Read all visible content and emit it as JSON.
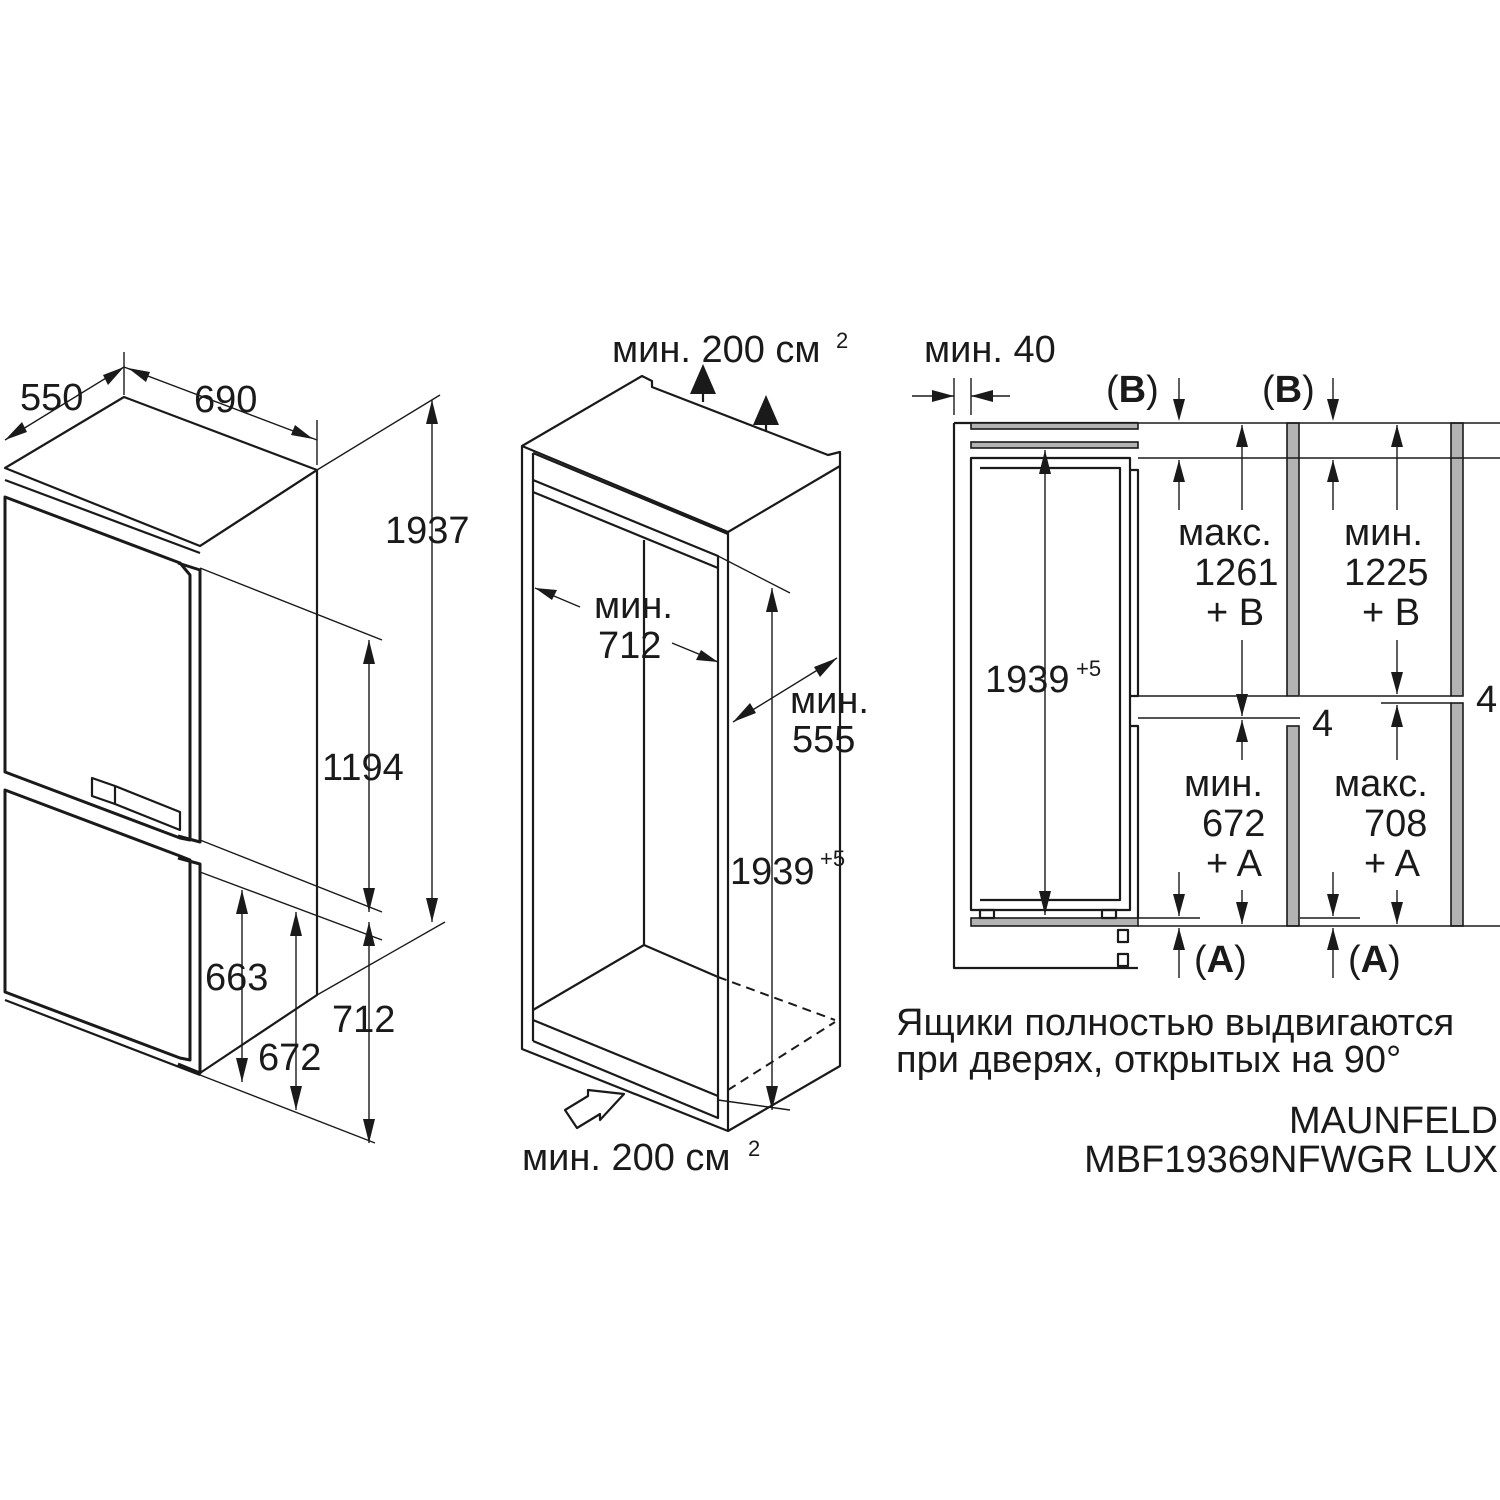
{
  "fridge": {
    "depth": "550",
    "width": "690",
    "height": "1937",
    "upper_door": "1194",
    "lower_left": "663",
    "lower_mid": "672",
    "lower_right": "712"
  },
  "niche": {
    "vent_top": "мин. 200 см",
    "vent_bottom": "мин. 200 см",
    "sup": "2",
    "width_label": "мин.",
    "width_value": "712",
    "depth_label": "мин.",
    "depth_value": "555",
    "height": "1939",
    "height_sup": "+5"
  },
  "section": {
    "gap_label": "мин. 40",
    "b_label": "B",
    "a_label": "A",
    "height": "1939",
    "height_sup": "+5",
    "left_upper": [
      "макс.",
      "1261",
      "+ B"
    ],
    "left_lower": [
      "мин.",
      "672",
      "+ A"
    ],
    "right_upper": [
      "мин.",
      "1225",
      "+ B"
    ],
    "right_lower": [
      "макс.",
      "708",
      "+ A"
    ],
    "gap_mid": "4",
    "gap_right": "4"
  },
  "note": {
    "line1": "Ящики полностью выдвигаются",
    "line2": "при дверях, открытых на 90°"
  },
  "brand": {
    "name": "MAUNFELD",
    "model": "MBF19369NFWGR LUX"
  }
}
